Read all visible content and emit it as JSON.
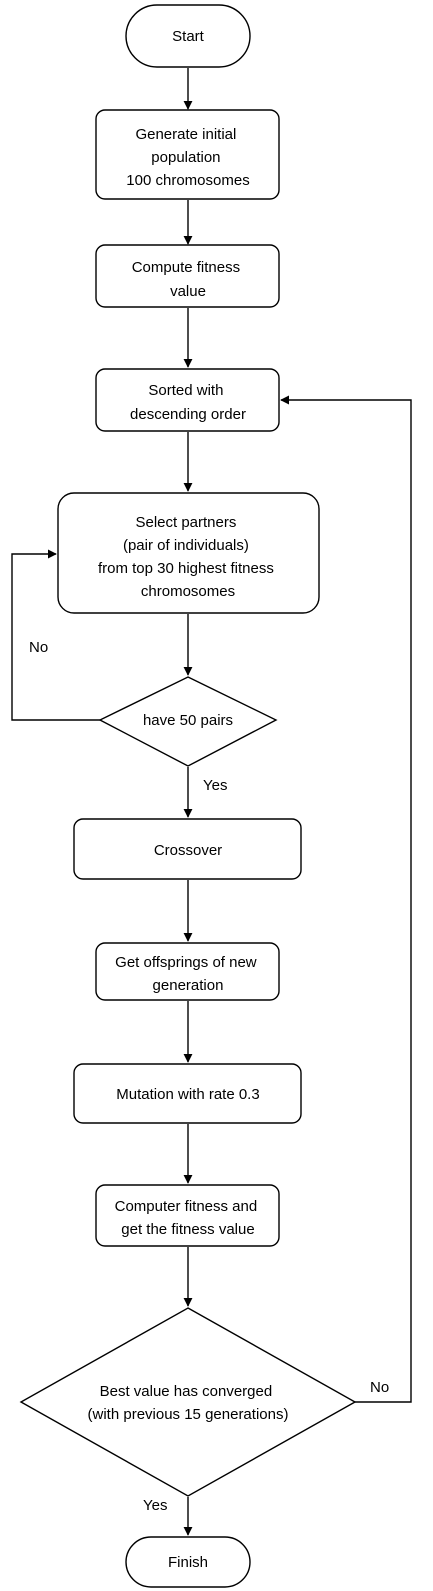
{
  "nodes": {
    "start": "Start",
    "generate": [
      "Generate initial",
      "population",
      "100 chromosomes"
    ],
    "compute_fitness": [
      "Compute fitness",
      "value"
    ],
    "sort": [
      "Sorted with",
      "descending order"
    ],
    "select": [
      "Select partners",
      "(pair of individuals)",
      "from top 30 highest fitness",
      "chromosomes"
    ],
    "have_pairs": "have 50 pairs",
    "crossover": "Crossover",
    "offspring": [
      "Get offsprings of new",
      "generation"
    ],
    "mutation": "Mutation with rate 0.3",
    "computer_fitness": [
      "Computer fitness and",
      "get the fitness value"
    ],
    "converged": [
      "Best value has converged",
      "(with previous 15 generations)"
    ],
    "finish": "Finish"
  },
  "edge_labels": {
    "pairs_no": "No",
    "pairs_yes": "Yes",
    "converged_no": "No",
    "converged_yes": "Yes"
  }
}
